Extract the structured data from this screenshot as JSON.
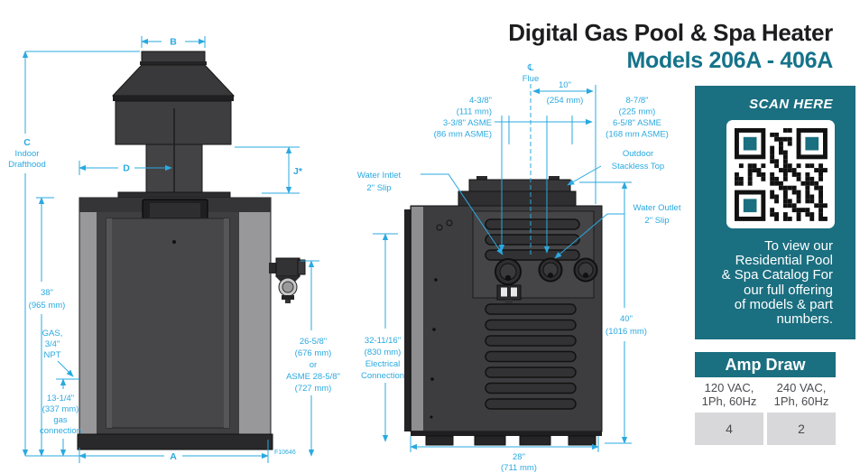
{
  "header": {
    "title": "Digital Gas Pool & Spa Heater",
    "subtitle": "Models 206A - 406A"
  },
  "front_view": {
    "dim_b": "B",
    "c": [
      "C",
      "Indoor",
      "Drafthood"
    ],
    "dim_d": "D",
    "dim_j": "J*",
    "height": [
      "38\"",
      "(965 mm)"
    ],
    "gas": [
      "GAS,",
      "3/4\"",
      "NPT"
    ],
    "gas_connection": [
      "13-1/4\"",
      "(337 mm)",
      "gas",
      "connection"
    ],
    "dim_a": "A",
    "figure_no": "F10646",
    "plumbing": [
      "26-5/8\"",
      "(676 mm)",
      "or",
      "ASME 28-5/8\"",
      "(727 mm)"
    ]
  },
  "rear_view": {
    "flue": [
      "℄",
      "Flue"
    ],
    "top_offset": [
      "10\"",
      "(254 mm)"
    ],
    "left_offset": [
      "4-3/8\"",
      "(111 mm)",
      "3-3/8\" ASME",
      "(86 mm ASME)"
    ],
    "right_offset": [
      "8-7/8\"",
      "(225 mm)",
      "6-5/8\" ASME",
      "(168 mm ASME)"
    ],
    "stackless": [
      "Outdoor",
      "Stackless Top"
    ],
    "inlet": [
      "Water Intlet",
      "2\" Slip"
    ],
    "outlet": [
      "Water Outlet",
      "2\" Slip"
    ],
    "electrical": [
      "32-11/16\"",
      "(830 mm)",
      "Electrical",
      "Connection"
    ],
    "height": [
      "40\"",
      "(1016 mm)"
    ],
    "width": [
      "28\"",
      "(711 mm)"
    ]
  },
  "scan_panel": {
    "heading": "SCAN HERE",
    "body_lines": [
      "To view our",
      "Residential Pool",
      "& Spa Catalog For",
      "our full offering",
      "of models & part",
      "numbers."
    ]
  },
  "amp_table": {
    "title": "Amp Draw",
    "columns": [
      [
        "120 VAC,",
        "1Ph, 60Hz"
      ],
      [
        "240 VAC,",
        "1Ph, 60Hz"
      ]
    ],
    "values": [
      "4",
      "2"
    ]
  },
  "colors": {
    "teal": "#1A6F80",
    "teal_text": "#15738A",
    "dimension_cyan": "#2AA9E0",
    "value_cell_gray": "#D8D8DA"
  }
}
